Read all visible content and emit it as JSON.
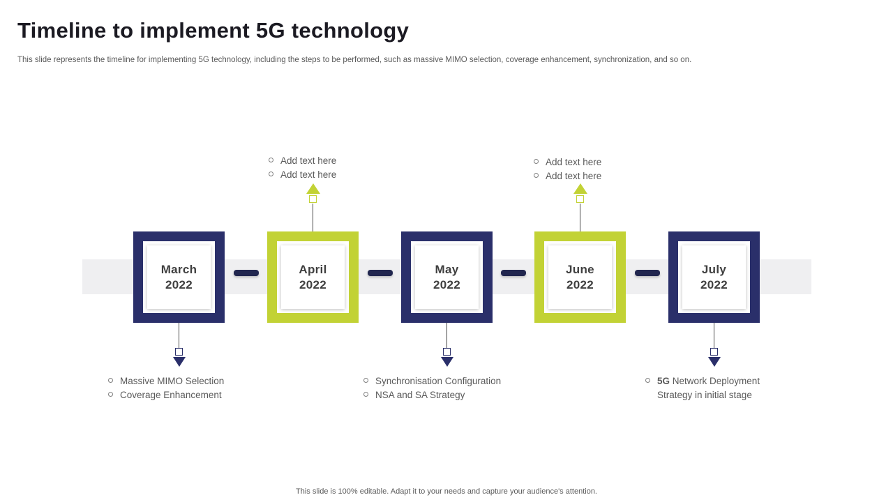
{
  "slide": {
    "title": "Timeline to implement 5G technology",
    "subtitle": "This slide represents the timeline for implementing 5G technology, including the steps to be performed, such as massive MIMO selection, coverage enhancement, synchronization, and so on.",
    "footer": "This slide is 100% editable. Adapt it to your needs and capture your audience's attention."
  },
  "colors": {
    "navy": "#2a2f6a",
    "navy_dark": "#21264f",
    "green": "#c2d235",
    "band": "#efeff1",
    "note_text": "#595959",
    "box_text": "#3f3f3f"
  },
  "milestones": [
    {
      "id": "march-2022",
      "month": "March",
      "year": "2022",
      "accent": "navy",
      "notes_side": "below",
      "notes": [
        {
          "text": "Massive MIMO Selection",
          "placeholder": false
        },
        {
          "text": "Coverage Enhancement",
          "placeholder": false
        }
      ]
    },
    {
      "id": "april-2022",
      "month": "April",
      "year": "2022",
      "accent": "green",
      "notes_side": "above",
      "notes": [
        {
          "text": "Add text here",
          "placeholder": true
        },
        {
          "text": "Add text here",
          "placeholder": true
        }
      ]
    },
    {
      "id": "may-2022",
      "month": "May",
      "year": "2022",
      "accent": "navy",
      "notes_side": "below",
      "notes": [
        {
          "text": "Synchronisation Configuration",
          "placeholder": false
        },
        {
          "text": "NSA and SA Strategy",
          "placeholder": false
        }
      ]
    },
    {
      "id": "june-2022",
      "month": "June",
      "year": "2022",
      "accent": "green",
      "notes_side": "above",
      "notes": [
        {
          "text": "Add text here",
          "placeholder": true
        },
        {
          "text": "Add text here",
          "placeholder": true
        }
      ]
    },
    {
      "id": "july-2022",
      "month": "July",
      "year": "2022",
      "accent": "navy",
      "notes_side": "below",
      "notes": [
        {
          "bold": "5G",
          "text": " Network Deployment Strategy in initial stage",
          "placeholder": false
        }
      ]
    }
  ]
}
